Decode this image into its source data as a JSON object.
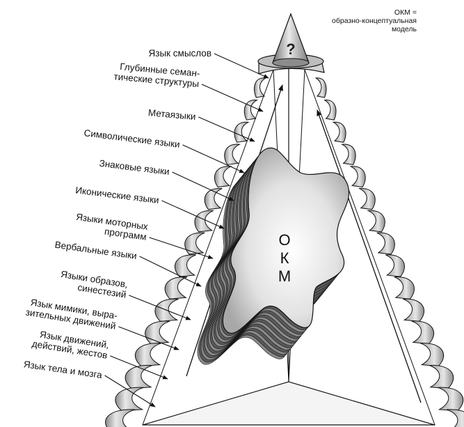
{
  "legend": {
    "line1": "ОКМ =",
    "line2": "образно-концептуальная",
    "line3": "модель"
  },
  "center": {
    "letters": [
      "О",
      "К",
      "М"
    ],
    "apex_symbol": "?"
  },
  "levels": [
    {
      "lines": [
        "Язык смыслов"
      ]
    },
    {
      "lines": [
        "Глубинные семан-",
        "тические структуры"
      ]
    },
    {
      "lines": [
        "Метаязыки"
      ]
    },
    {
      "lines": [
        "Символические языки"
      ]
    },
    {
      "lines": [
        "Знаковые языки"
      ]
    },
    {
      "lines": [
        "Иконические языки"
      ]
    },
    {
      "lines": [
        "Языки моторных",
        "программ"
      ]
    },
    {
      "lines": [
        "Вербальные языки"
      ]
    },
    {
      "lines": [
        "Языки образов,",
        "синестезий"
      ]
    },
    {
      "lines": [
        "Язык мимики, выра-",
        "зительных движений"
      ]
    },
    {
      "lines": [
        "Язык движений,",
        "действий, жестов"
      ]
    },
    {
      "lines": [
        "Язык тела и мозга"
      ]
    }
  ]
}
